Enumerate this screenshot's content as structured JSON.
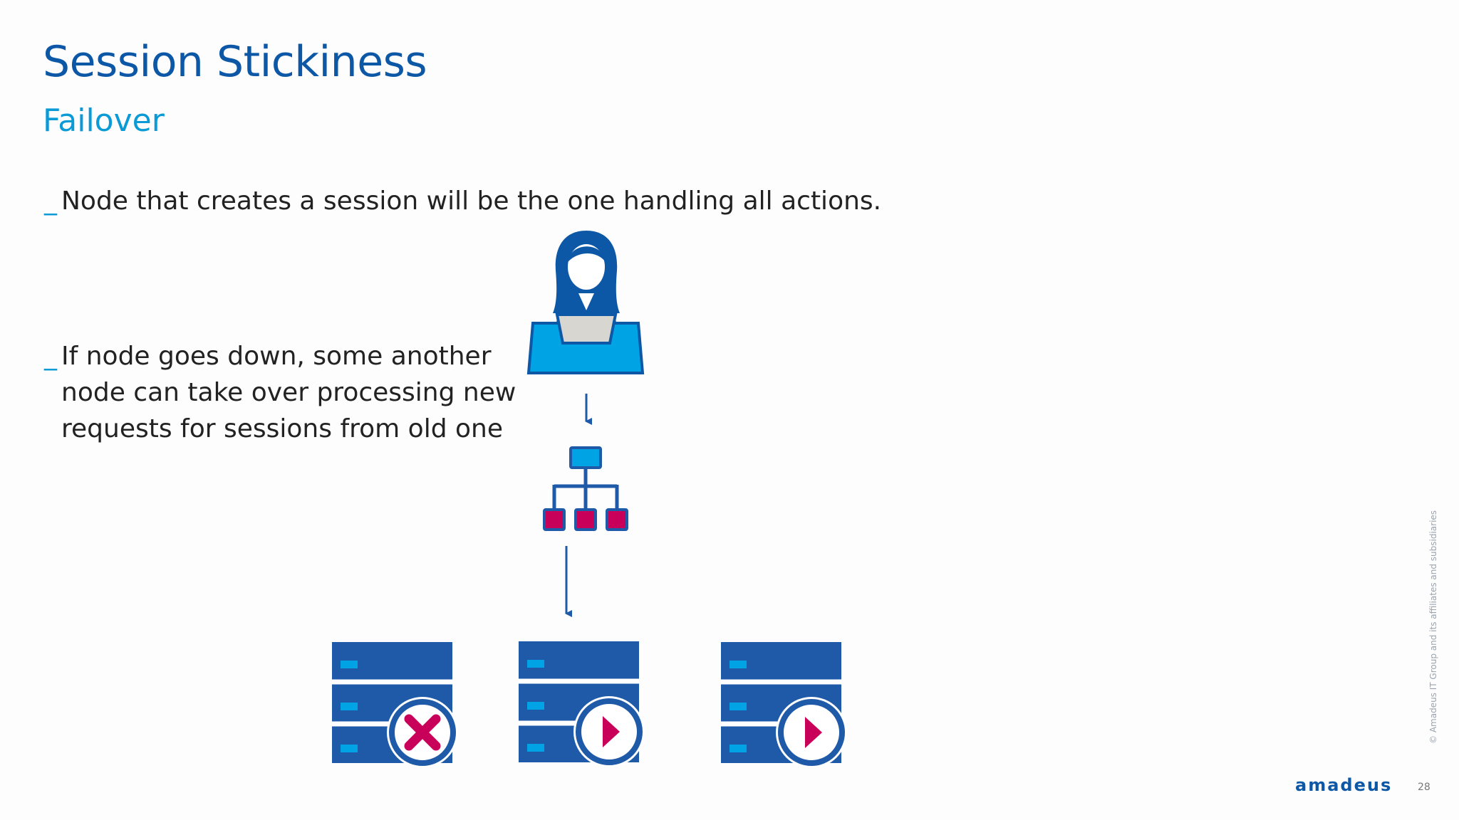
{
  "slide": {
    "title": "Session Stickiness",
    "subtitle": "Failover",
    "bullets": [
      {
        "marker": "_",
        "lines": [
          "Node that creates a session will be the one handling all actions."
        ]
      },
      {
        "marker": "_",
        "lines": [
          "If node goes down, some another",
          "node can take over processing new",
          "requests for sessions from old one"
        ]
      }
    ],
    "copyright": "© Amadeus IT Group and its affiliates and subsidiaries",
    "logo_text": "amadeus",
    "page_number": "28"
  },
  "diagram": {
    "icons": [
      "user-at-laptop-icon",
      "load-balancer-icon",
      "server-failed-icon",
      "server-active-icon",
      "server-active-icon"
    ]
  },
  "colors": {
    "title": "#0c58a6",
    "accent": "#0a9ad6",
    "server_blue": "#1e5aa8",
    "light_blue": "#00a4e4",
    "magenta": "#c8005a"
  }
}
